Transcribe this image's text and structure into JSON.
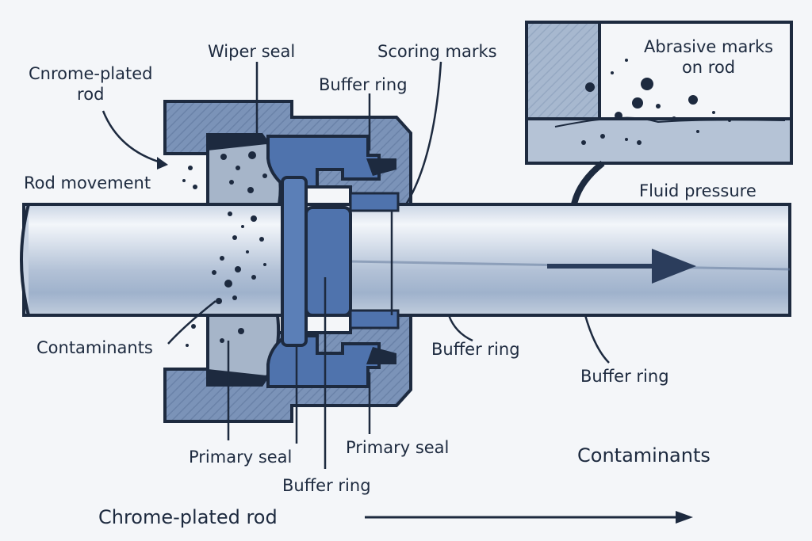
{
  "labels": {
    "chrome_rod_top": "Cnrome-plated\nrod",
    "wiper_seal": "Wiper seal",
    "scoring_marks": "Scoring marks",
    "buffer_ring_top": "Buffer ring",
    "abrasive_marks": "Abrasive marks\non rod",
    "rod_movement": "Rod movement",
    "fluid_pressure": "Fluid pressure",
    "contaminants_left": "Contaminants",
    "buffer_ring_mid": "Buffer ring",
    "buffer_ring_right": "Buffer ring",
    "primary_seal_left": "Primary seal",
    "primary_seal_right": "Primary seal",
    "buffer_ring_bottom": "Buffer ring",
    "contaminants_bottom": "Contaminants",
    "chrome_rod_bottom": "Chrome-plated rod"
  },
  "colors": {
    "outline": "#1d2a3f",
    "housing": "#7b93b8",
    "seal": "#4f73ad",
    "rod_light": "#f2f5f9",
    "rod_dark": "#8ea4c2"
  }
}
